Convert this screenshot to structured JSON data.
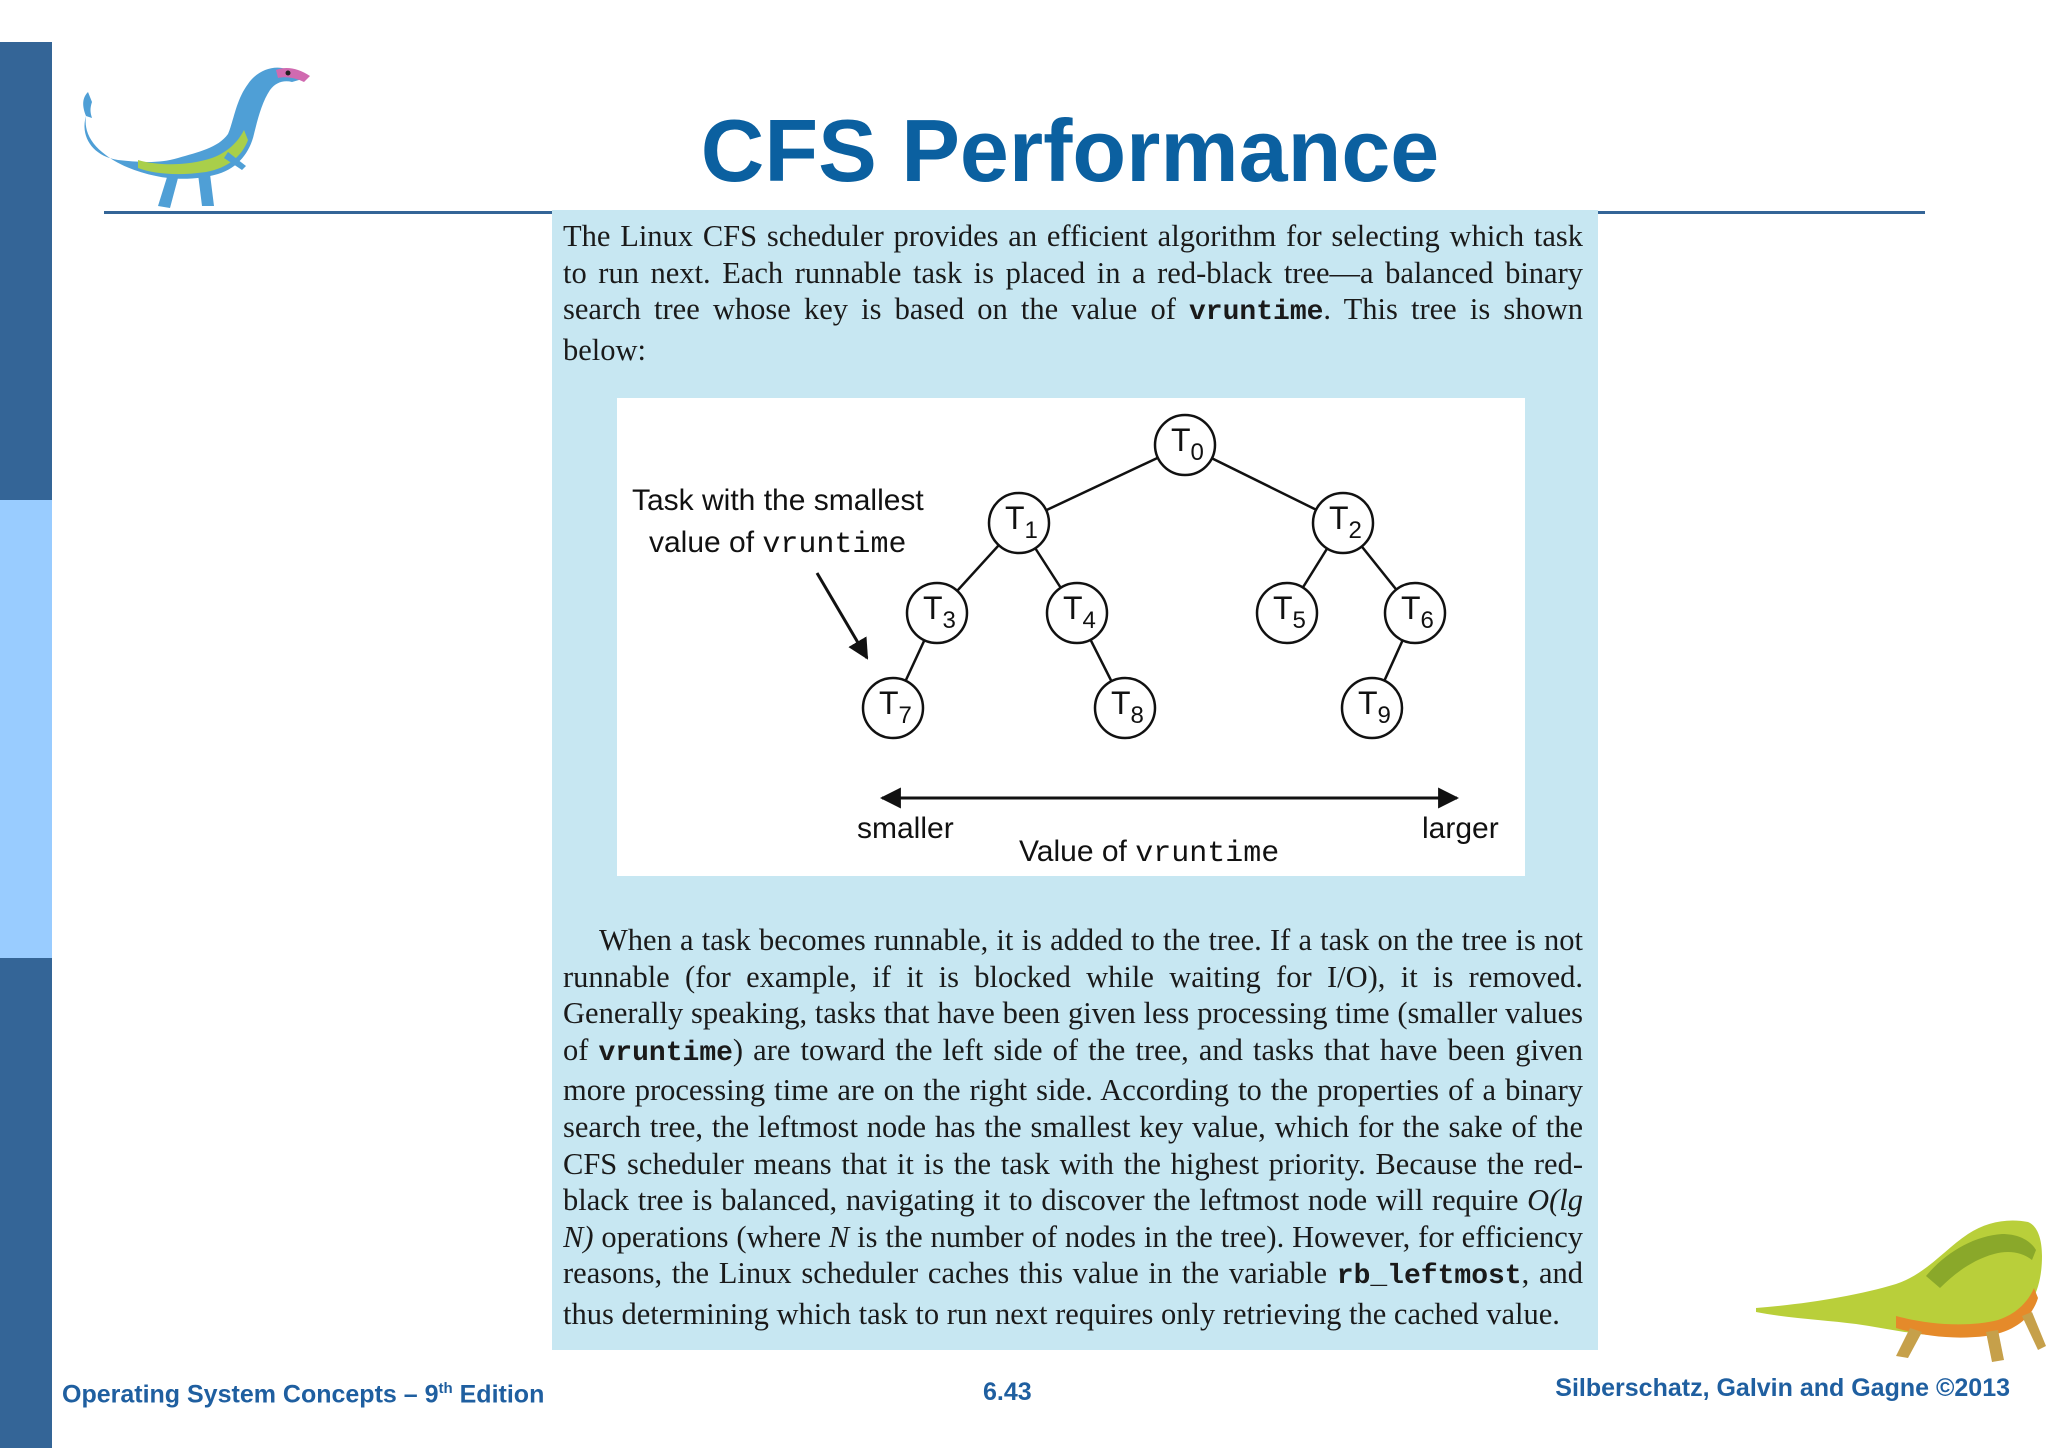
{
  "slide": {
    "title": "CFS Performance",
    "page_number": "6.43"
  },
  "paragraph1": {
    "part1": "The Linux CFS scheduler provides an efficient algorithm for selecting which task to run next. Each runnable task is placed in a red-black tree—a balanced binary search tree whose key is based on the value of ",
    "code": "vruntime",
    "part2": ". This tree is shown below:"
  },
  "figure": {
    "callout_line1": "Task with the smallest",
    "callout_line2_text": "value of ",
    "callout_line2_code": "vruntime",
    "axis_left": "smaller",
    "axis_right": "larger",
    "axis_label_text": "Value of ",
    "axis_label_code": "vruntime",
    "nodes": [
      {
        "name": "T",
        "sub": "0"
      },
      {
        "name": "T",
        "sub": "1"
      },
      {
        "name": "T",
        "sub": "2"
      },
      {
        "name": "T",
        "sub": "3"
      },
      {
        "name": "T",
        "sub": "4"
      },
      {
        "name": "T",
        "sub": "5"
      },
      {
        "name": "T",
        "sub": "6"
      },
      {
        "name": "T",
        "sub": "7"
      },
      {
        "name": "T",
        "sub": "8"
      },
      {
        "name": "T",
        "sub": "9"
      }
    ],
    "edges": [
      [
        0,
        1
      ],
      [
        0,
        2
      ],
      [
        1,
        3
      ],
      [
        1,
        4
      ],
      [
        2,
        5
      ],
      [
        2,
        6
      ],
      [
        3,
        7
      ],
      [
        4,
        8
      ],
      [
        6,
        9
      ]
    ]
  },
  "paragraph2": {
    "part1": "When a task becomes runnable, it is added to the tree. If a task on the tree is not runnable (for example, if it is blocked while waiting for I/O), it is removed. Generally speaking, tasks that have been given less processing time (smaller values of ",
    "code1": "vruntime",
    "part2": ") are toward the left side of the tree, and tasks that have been given more processing time are on the right side. According to the properties of a binary search tree, the leftmost node has the smallest key value, which for the sake of the CFS scheduler means that it is the task with the highest priority. Because the red-black tree is balanced, navigating it to discover the leftmost node will require ",
    "math_O": "O",
    "math_arg": "(lg N)",
    "part3": " operations (where ",
    "math_N": "N",
    "part4": " is the number of nodes in the tree). However, for efficiency reasons, the Linux scheduler caches this value in the variable ",
    "code2": "rb_leftmost",
    "part5": ", and thus determining which task to run next requires only retrieving the cached value."
  },
  "footer": {
    "left_prefix": "Operating System Concepts – 9",
    "left_sup": "th",
    "left_suffix": " Edition",
    "right": "Silberschatz, Galvin and Gagne ©2013"
  },
  "colors": {
    "title": "#0b60a0",
    "sidebar_dark": "#346597",
    "sidebar_light": "#99ccff",
    "panel": "#c7e7f2",
    "footer": "#1f5fa0"
  },
  "icons": {
    "top_left": "dinosaur-standing-icon",
    "bottom_right": "dinosaur-crawling-icon"
  }
}
